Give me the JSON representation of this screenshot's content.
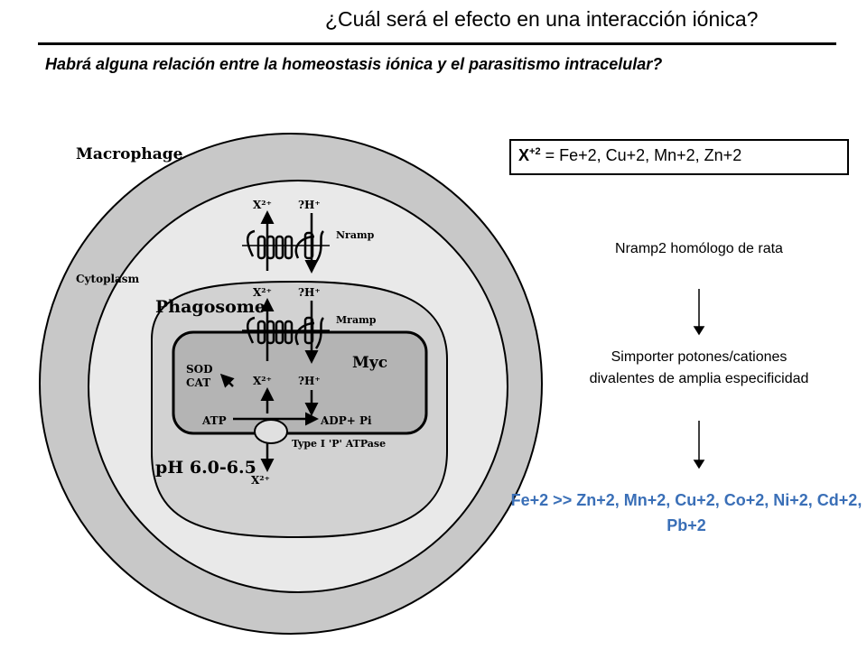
{
  "slide": {
    "title": "¿Cuál será el efecto en una interacción iónica?",
    "question": "Habrá alguna relación entre la homeostasis iónica y el parasitismo intracelular?"
  },
  "formula": {
    "symbol": "X",
    "superscript": "+2",
    "rest": " = Fe+2,  Cu+2, Mn+2, Zn+2"
  },
  "flow": {
    "step1": "Nramp2 homólogo de rata",
    "step2": "Simporter potones/cationes divalentes de amplia especificidad",
    "result": "Fe+2 >> Zn+2, Mn+2, Cu+2, Co+2, Ni+2, Cd+2, Pb+2",
    "result_color": "#3a6fb7"
  },
  "diagram": {
    "macrophage_label": "Macrophage",
    "cytoplasm_label": "Cytoplasm",
    "phagosome_label": "Phagosome",
    "myc_label": "Myc",
    "ph_label": "pH 6.0-6.5",
    "sod_label": "SOD",
    "cat_label": "CAT",
    "atp_label": "ATP",
    "adp_label": "ADP+ Pi",
    "atpase_label": "Type I 'P' ATPase",
    "nramp_label": "Nramp",
    "mramp_label": "Mramp",
    "ion_label": "X²⁺",
    "proton_label": "?H⁺",
    "colors": {
      "outer_ring": "#c8c8c8",
      "cytoplasm": "#e9e9e9",
      "phagosome": "#d2d2d2",
      "myc": "#b4b4b4"
    }
  }
}
